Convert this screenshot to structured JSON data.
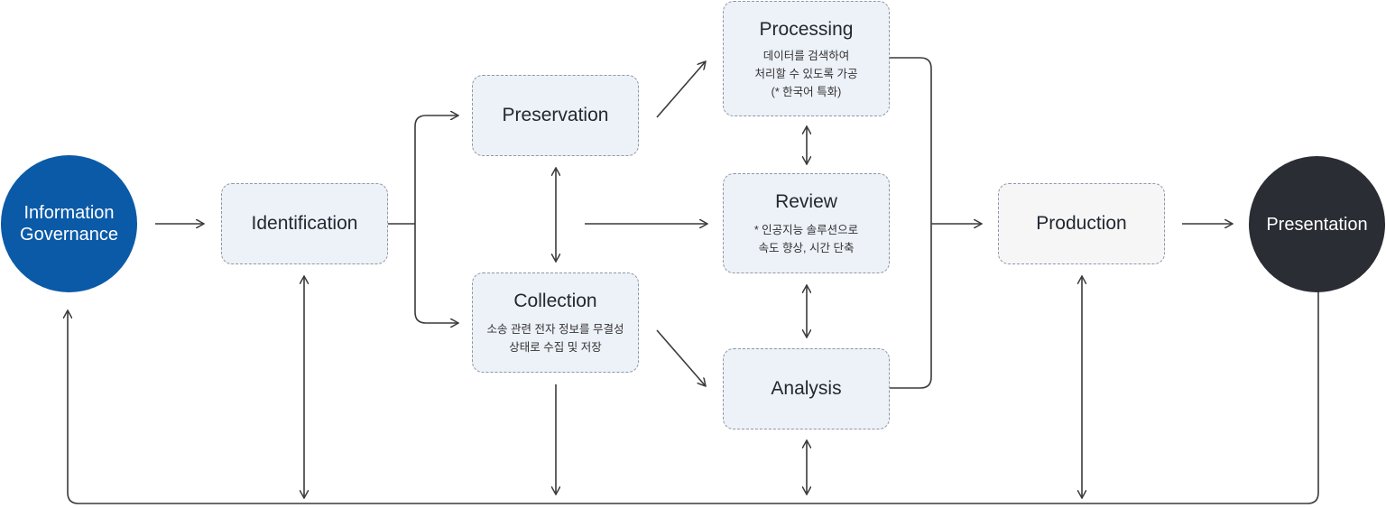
{
  "colors": {
    "governance": "#0b5aa8",
    "presentation": "#2b2d35",
    "box_fill": "#edf1f8",
    "box_fill_light": "#f6f6f7",
    "line": "#3a3a3a"
  },
  "nodes": {
    "governance": {
      "label": "Information\nGovernance"
    },
    "identification": {
      "label": "Identification"
    },
    "preservation": {
      "label": "Preservation"
    },
    "collection": {
      "label": "Collection",
      "desc": "소송 관련 전자 정보를 무결성\n상태로 수집 및 저장"
    },
    "processing": {
      "label": "Processing",
      "desc": "데이터를 검색하여\n처리할 수 있도록 가공\n(* 한국어 특화)"
    },
    "review": {
      "label": "Review",
      "desc": "* 인공지능 솔루션으로\n속도 향상, 시간 단축"
    },
    "analysis": {
      "label": "Analysis"
    },
    "production": {
      "label": "Production"
    },
    "presentation": {
      "label": "Presentation"
    }
  }
}
